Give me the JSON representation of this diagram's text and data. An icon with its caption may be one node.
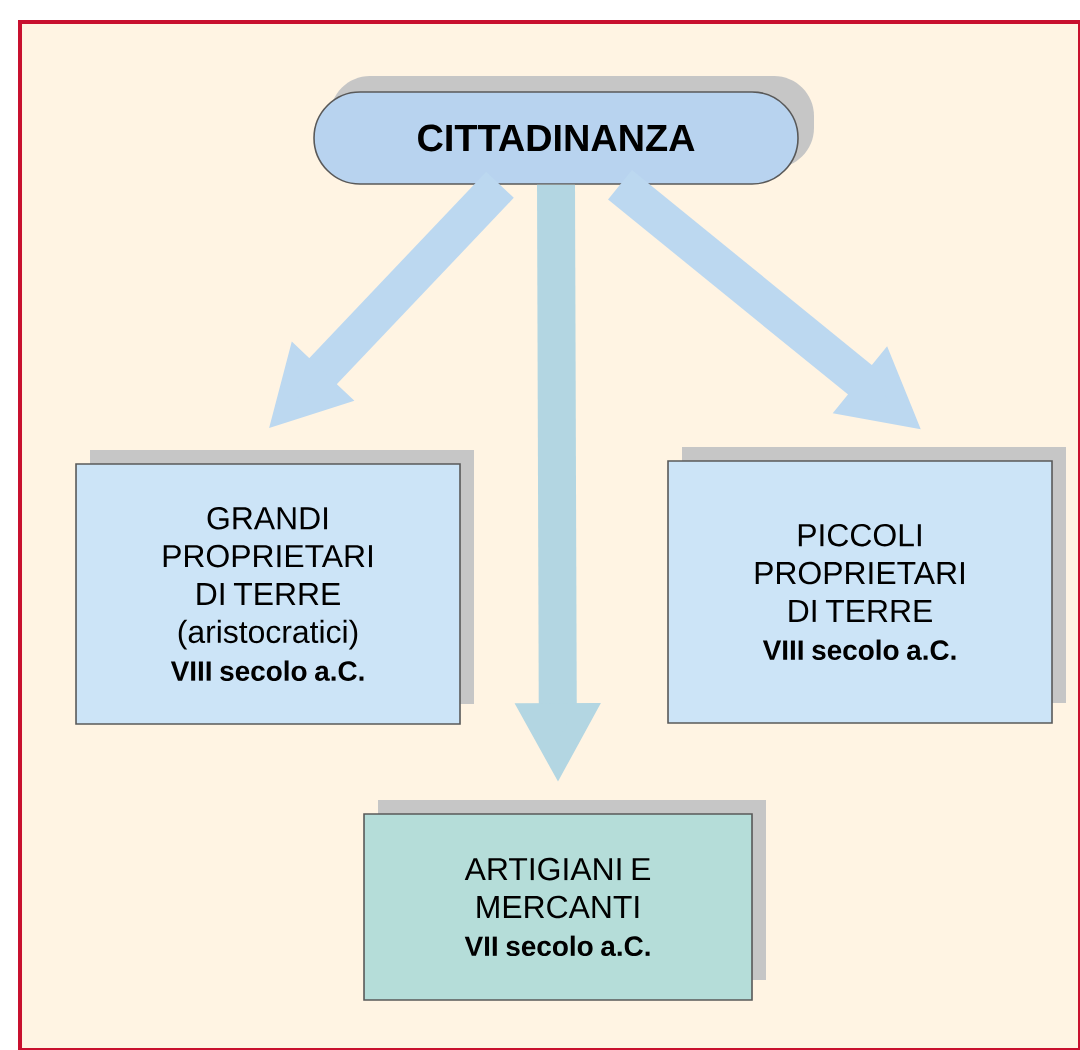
{
  "diagram": {
    "nodes": [
      {
        "text": [
          "CITTADINANZA"
        ]
      },
      {
        "text": [
          "GRANDI PROPRIETARI DI TERRE (aristocratici)",
          "VIII secolo a.C."
        ]
      },
      {
        "text": [
          "PICCOLI PROPRIETARI DI TERRE",
          "VIII secolo a.C."
        ]
      },
      {
        "text": [
          "ARTIGIANI E MERCANTI",
          "VII secolo a.C."
        ]
      }
    ],
    "edges": [
      {
        "from": 0,
        "to": 1,
        "arrow": "to"
      },
      {
        "from": 0,
        "to": 2,
        "arrow": "to"
      },
      {
        "from": 0,
        "to": 3,
        "arrow": "to",
        "color": "#b3d6e2"
      }
    ]
  }
}
